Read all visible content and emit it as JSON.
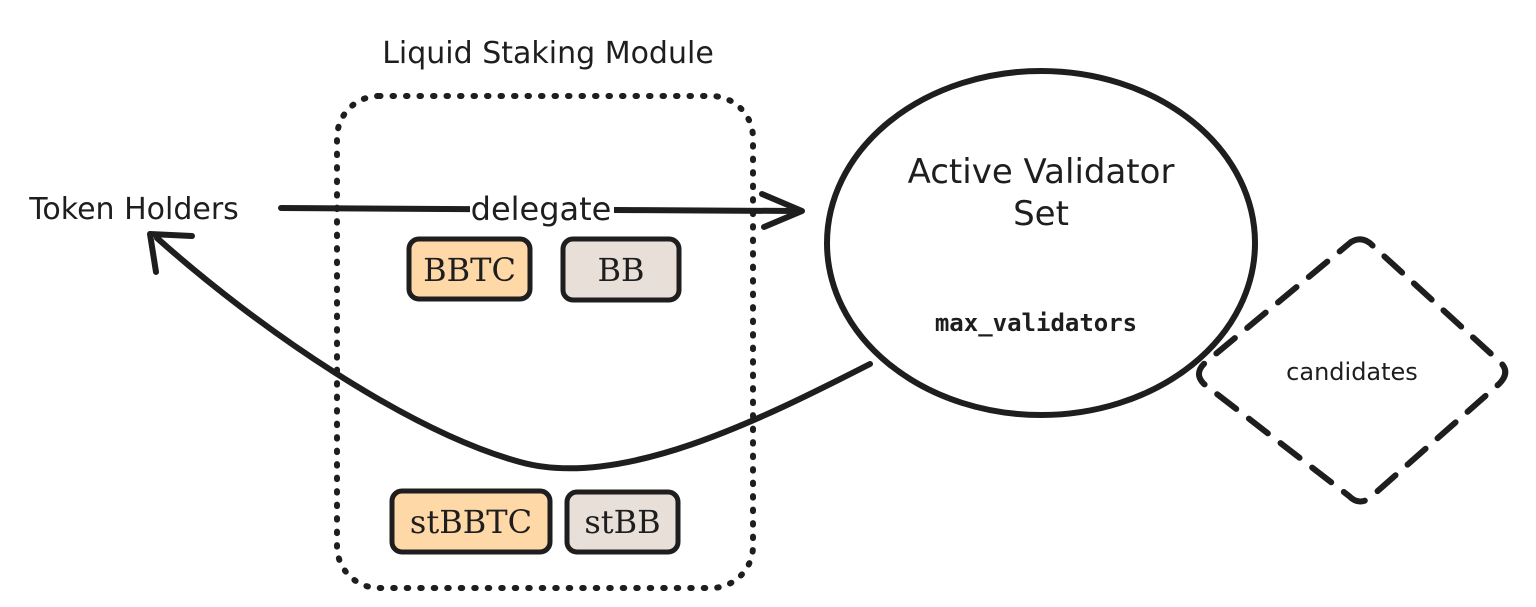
{
  "title": "Liquid Staking Module",
  "token_holders_label": "Token Holders",
  "delegate_label": "delegate",
  "validator_set": {
    "line1": "Active Validator",
    "line2": "Set",
    "param": "max_validators"
  },
  "candidates_label": "candidates",
  "tokens": {
    "bbtc": "BBTC",
    "bb": "BB",
    "stbbtc": "stBBTC",
    "stbb": "stBB"
  },
  "colors": {
    "stroke": "#1e1e1e",
    "bbtc_fill": "#ffd8a8",
    "bb_fill": "#e9dfd9",
    "background": "#ffffff"
  }
}
